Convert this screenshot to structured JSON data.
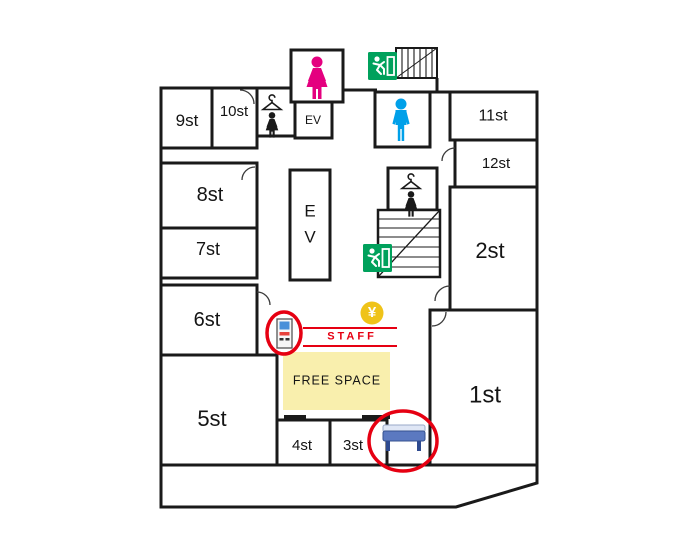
{
  "page": {
    "type": "building-floor-plan",
    "description": "Floor map with numbered stalls, toilets, stairs, exits and red highlight annotations"
  },
  "rooms": [
    {
      "id": "9st",
      "label": "9st"
    },
    {
      "id": "10st",
      "label": "10st"
    },
    {
      "id": "11st",
      "label": "11st"
    },
    {
      "id": "12st",
      "label": "12st"
    },
    {
      "id": "8st",
      "label": "8st"
    },
    {
      "id": "7st",
      "label": "7st"
    },
    {
      "id": "6st",
      "label": "6st"
    },
    {
      "id": "5st",
      "label": "5st"
    },
    {
      "id": "4st",
      "label": "4st"
    },
    {
      "id": "3st",
      "label": "3st"
    },
    {
      "id": "2st",
      "label": "2st"
    },
    {
      "id": "1st",
      "label": "1st"
    }
  ],
  "labels": {
    "ev_small": "EV",
    "ev_large": "E\nV",
    "staff": "STAFF",
    "free_space": "FREE SPACE",
    "yen": "¥"
  },
  "icons": [
    {
      "name": "women-toilet-icon",
      "meaning": "women's restroom pictogram",
      "color": "#e4007f"
    },
    {
      "name": "men-toilet-icon",
      "meaning": "men's restroom pictogram",
      "color": "#00a0e9"
    },
    {
      "name": "hanger-icon",
      "meaning": "coat hanger (fitting room)"
    },
    {
      "name": "woman-small-icon",
      "meaning": "small person pictogram in fitting room"
    },
    {
      "name": "exit-sign-icon",
      "meaning": "emergency exit sign",
      "color": "#00a15c"
    },
    {
      "name": "stairs-icon",
      "meaning": "staircase"
    },
    {
      "name": "vending-machine-icon",
      "meaning": "vending machine (red circled)"
    },
    {
      "name": "bench-icon",
      "meaning": "bench / sofa (red circled)"
    },
    {
      "name": "yen-icon",
      "meaning": "pay point marker"
    },
    {
      "name": "highlight-circle",
      "meaning": "red highlight annotation",
      "color": "#e60012"
    }
  ],
  "colors": {
    "wall": "#1a1a1a",
    "women_pink": "#e4007f",
    "men_blue": "#00a0e9",
    "exit_green": "#00a15c",
    "highlight_red": "#e60012",
    "free_space_yellow": "#f9efad",
    "yen_yellow": "#efc319",
    "staff_red": "#e60012"
  }
}
